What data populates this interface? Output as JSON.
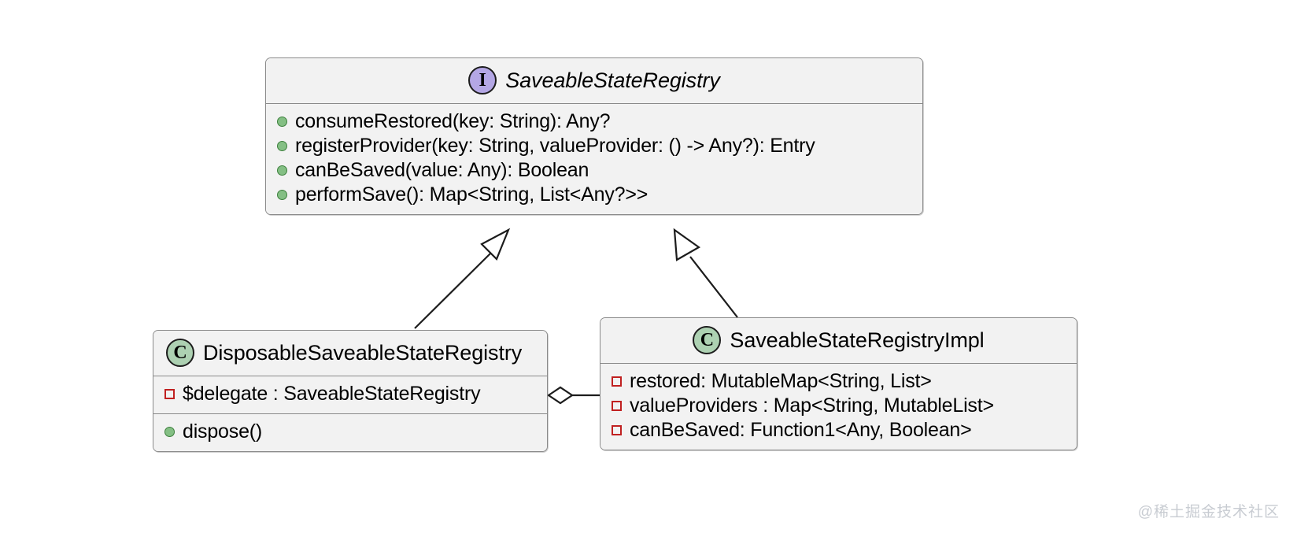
{
  "diagram": {
    "kind": "uml-class-diagram",
    "background": "#ffffff",
    "watermark": "@稀土掘金技术社区"
  },
  "palette": {
    "box_fill": "#f2f2f2",
    "box_border": "#8a8a8a",
    "interface_badge_fill": "#b4a7e5",
    "class_badge_fill": "#add1b2",
    "method_marker": "#84bf84",
    "field_marker": "#c02020",
    "connector": "#1c1c1c",
    "watermark_color": "#c8ccd2"
  },
  "nodes": {
    "saveable_state_registry": {
      "stereotype": "I",
      "stereotype_name": "interface",
      "name": "SaveableStateRegistry",
      "members": [
        {
          "marker": "method",
          "text": "consumeRestored(key: String): Any?"
        },
        {
          "marker": "method",
          "text": "registerProvider(key: String, valueProvider: () -> Any?): Entry"
        },
        {
          "marker": "method",
          "text": "canBeSaved(value: Any): Boolean"
        },
        {
          "marker": "method",
          "text": "performSave(): Map<String, List<Any?>>"
        }
      ]
    },
    "disposable_saveable_state_registry": {
      "stereotype": "C",
      "stereotype_name": "class",
      "name": "DisposableSaveableStateRegistry",
      "fields": [
        {
          "marker": "field",
          "text": "$delegate : SaveableStateRegistry"
        }
      ],
      "methods": [
        {
          "marker": "method",
          "text": "dispose()"
        }
      ]
    },
    "saveable_state_registry_impl": {
      "stereotype": "C",
      "stereotype_name": "class",
      "name": "SaveableStateRegistryImpl",
      "fields": [
        {
          "marker": "field",
          "text": "restored: MutableMap<String, List>"
        },
        {
          "marker": "field",
          "text": "valueProviders : Map<String, MutableList>"
        },
        {
          "marker": "field",
          "text": "canBeSaved: Function1<Any, Boolean>"
        }
      ]
    }
  },
  "edges": [
    {
      "id": "realization-disposable",
      "type": "realization",
      "arrowhead": "hollow-triangle",
      "from": "disposable_saveable_state_registry",
      "to": "saveable_state_registry"
    },
    {
      "id": "realization-impl",
      "type": "realization",
      "arrowhead": "hollow-triangle",
      "from": "saveable_state_registry_impl",
      "to": "saveable_state_registry"
    },
    {
      "id": "aggregation-delegate",
      "type": "aggregation",
      "arrowhead": "hollow-diamond",
      "from": "saveable_state_registry_impl",
      "to": "disposable_saveable_state_registry"
    }
  ]
}
